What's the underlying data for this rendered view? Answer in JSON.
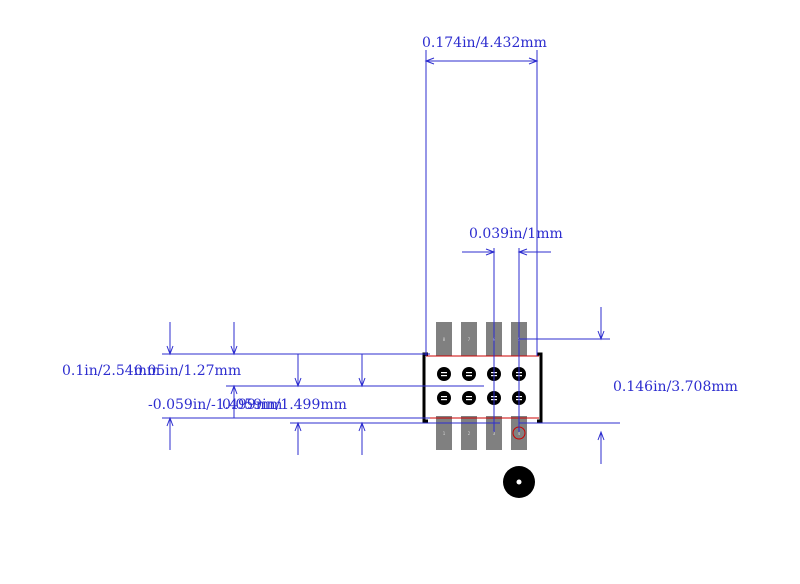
{
  "dimensions": {
    "overall_width": "0.174in/4.432mm",
    "pad_pitch": "0.039in/1mm",
    "pad_span_left": "0.1in/2.54mm",
    "row_pitch": "0.05in/1.27mm",
    "offset_left": "-0.059in/-1.499mm",
    "offset_mid": "0.059in/1.499mm",
    "overall_height": "0.146in/3.708mm"
  },
  "pad_labels": {
    "top": [
      "8",
      "7",
      "6",
      "5"
    ],
    "bottom": [
      "1",
      "2",
      "3",
      "4"
    ]
  },
  "colors": {
    "dimension": "#2d2dcf",
    "pad": "#808080",
    "body_outline": "#000000",
    "courtyard": "#cc0000",
    "thermal_via": "#000000"
  }
}
